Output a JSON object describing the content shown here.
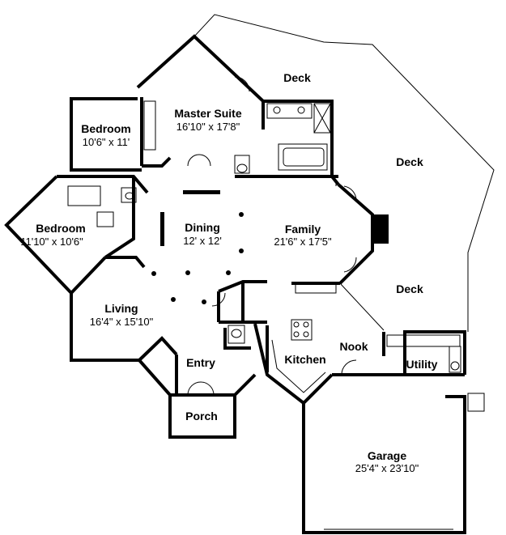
{
  "rooms": {
    "deck_top": {
      "name": "Deck",
      "dim": ""
    },
    "deck_right": {
      "name": "Deck",
      "dim": ""
    },
    "deck_lower": {
      "name": "Deck",
      "dim": ""
    },
    "master": {
      "name": "Master Suite",
      "dim": "16'10\" x 17'8\""
    },
    "bedroom1": {
      "name": "Bedroom",
      "dim": "10'6\" x 11'"
    },
    "bedroom2": {
      "name": "Bedroom",
      "dim": "11'10\" x 10'6\""
    },
    "dining": {
      "name": "Dining",
      "dim": "12' x 12'"
    },
    "family": {
      "name": "Family",
      "dim": "21'6\" x 17'5\""
    },
    "living": {
      "name": "Living",
      "dim": "16'4\" x 15'10\""
    },
    "entry": {
      "name": "Entry",
      "dim": ""
    },
    "kitchen": {
      "name": "Kitchen",
      "dim": ""
    },
    "nook": {
      "name": "Nook",
      "dim": ""
    },
    "utility": {
      "name": "Utility",
      "dim": ""
    },
    "porch": {
      "name": "Porch",
      "dim": ""
    },
    "garage": {
      "name": "Garage",
      "dim": "25'4\" x 23'10\""
    }
  }
}
